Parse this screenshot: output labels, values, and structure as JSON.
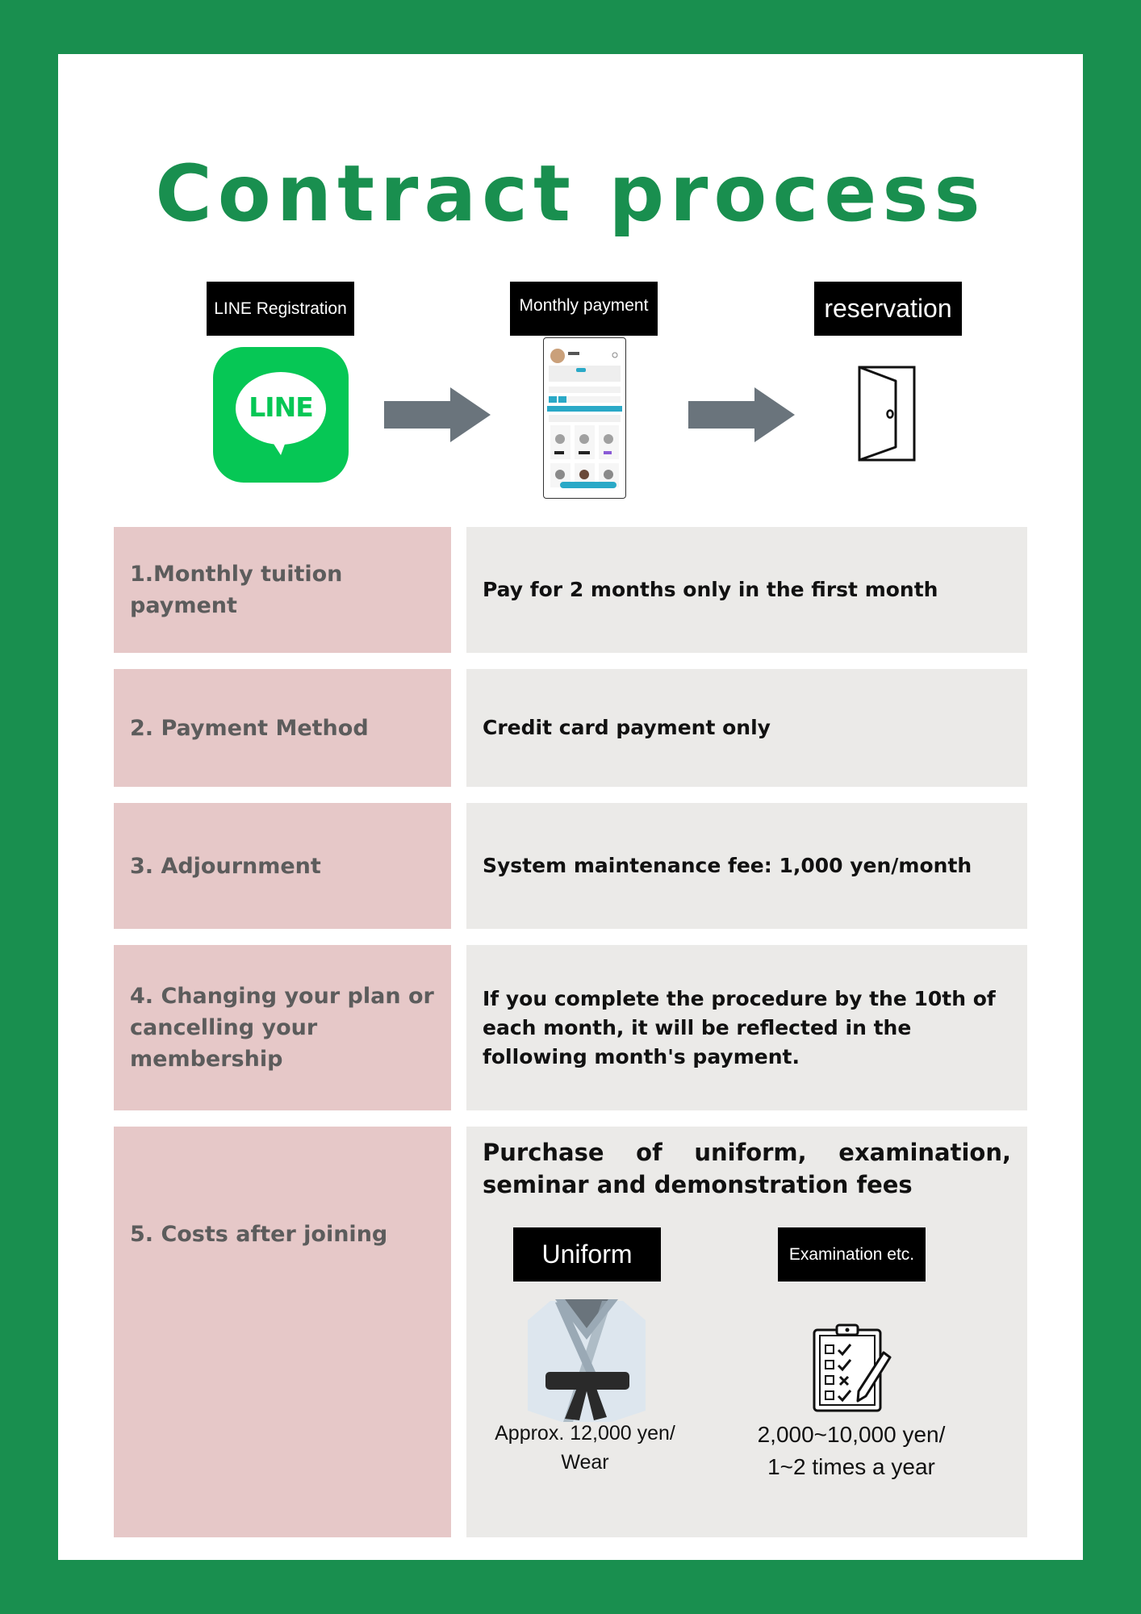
{
  "title": "Contract process",
  "steps": [
    {
      "label": "LINE Registration",
      "icon": "line-app-icon",
      "logo_text": "LINE"
    },
    {
      "label": "Monthly payment",
      "icon": "phone-screenshot-icon"
    },
    {
      "label": "reservation",
      "icon": "door-icon"
    }
  ],
  "rows": [
    {
      "label": "1.Monthly tuition payment",
      "value": "Pay for 2 months only in the first month"
    },
    {
      "label": "2. Payment Method",
      "value": "Credit card payment only"
    },
    {
      "label": "3. Adjournment",
      "value": "System maintenance fee: 1,000 yen/month"
    },
    {
      "label": "4. Changing your plan or cancelling your membership",
      "value": "If you complete the procedure by the 10th of each month, it will be reflected in the following month's payment."
    },
    {
      "label": "5. Costs after joining",
      "value": "Purchase of uniform, examination, seminar and demonstration fees"
    }
  ],
  "costs": {
    "uniform": {
      "label": "Uniform",
      "price_line1": "Approx. 12,000 yen/",
      "price_line2": "Wear",
      "icon": "uniform-icon"
    },
    "exam": {
      "label": "Examination etc.",
      "price_line1": "2,000~10,000 yen/",
      "price_line2": "1~2 times a year",
      "icon": "clipboard-checklist-icon"
    }
  },
  "colors": {
    "brand_green": "#198f4f",
    "line_green": "#06c755",
    "label_bg": "#e6c8c8",
    "value_bg": "#ebeae8",
    "arrow": "#6a747c"
  }
}
